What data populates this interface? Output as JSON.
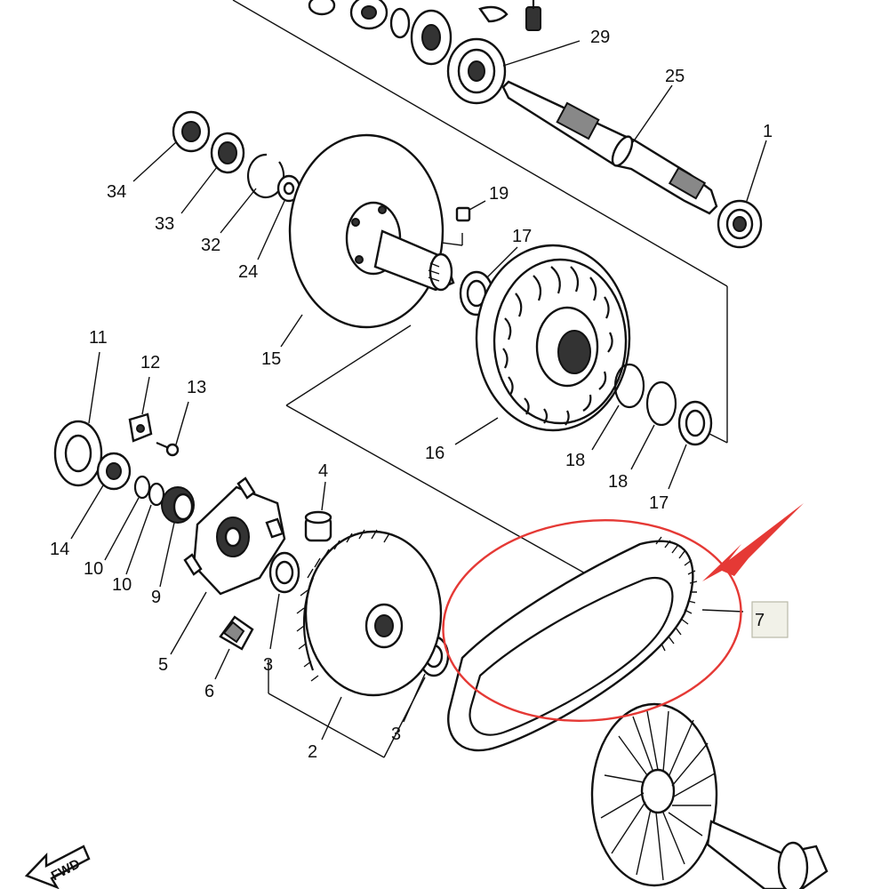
{
  "part_labels": {
    "p1": "1",
    "p2": "2",
    "p3a": "3",
    "p3b": "3",
    "p4": "4",
    "p5": "5",
    "p6": "6",
    "p7": "7",
    "p9": "9",
    "p10a": "10",
    "p10b": "10",
    "p11": "11",
    "p12": "12",
    "p13": "13",
    "p14": "14",
    "p15": "15",
    "p16": "16",
    "p17a": "17",
    "p17b": "17",
    "p18a": "18",
    "p18b": "18",
    "p19": "19",
    "p24": "24",
    "p25": "25",
    "p29": "29",
    "p32": "32",
    "p33": "33",
    "p34": "34"
  },
  "direction_marker": "FWD",
  "highlight": {
    "part": "7",
    "color": "#e53935"
  }
}
